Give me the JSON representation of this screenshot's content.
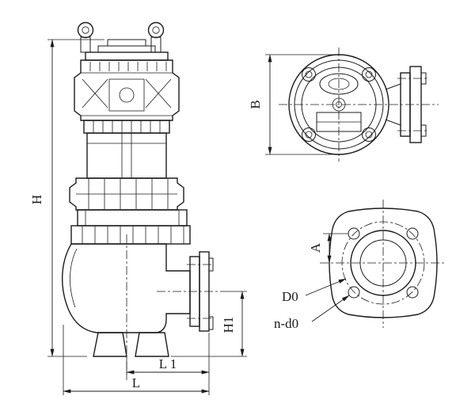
{
  "drawing": {
    "background": "#ffffff",
    "line_color": "#1c1c1c",
    "labels": {
      "h": "H",
      "b": "B",
      "a": "A",
      "d0": "D0",
      "n_d0": "n-d0",
      "h1": "H1",
      "l1": "L 1",
      "l": "L"
    }
  }
}
